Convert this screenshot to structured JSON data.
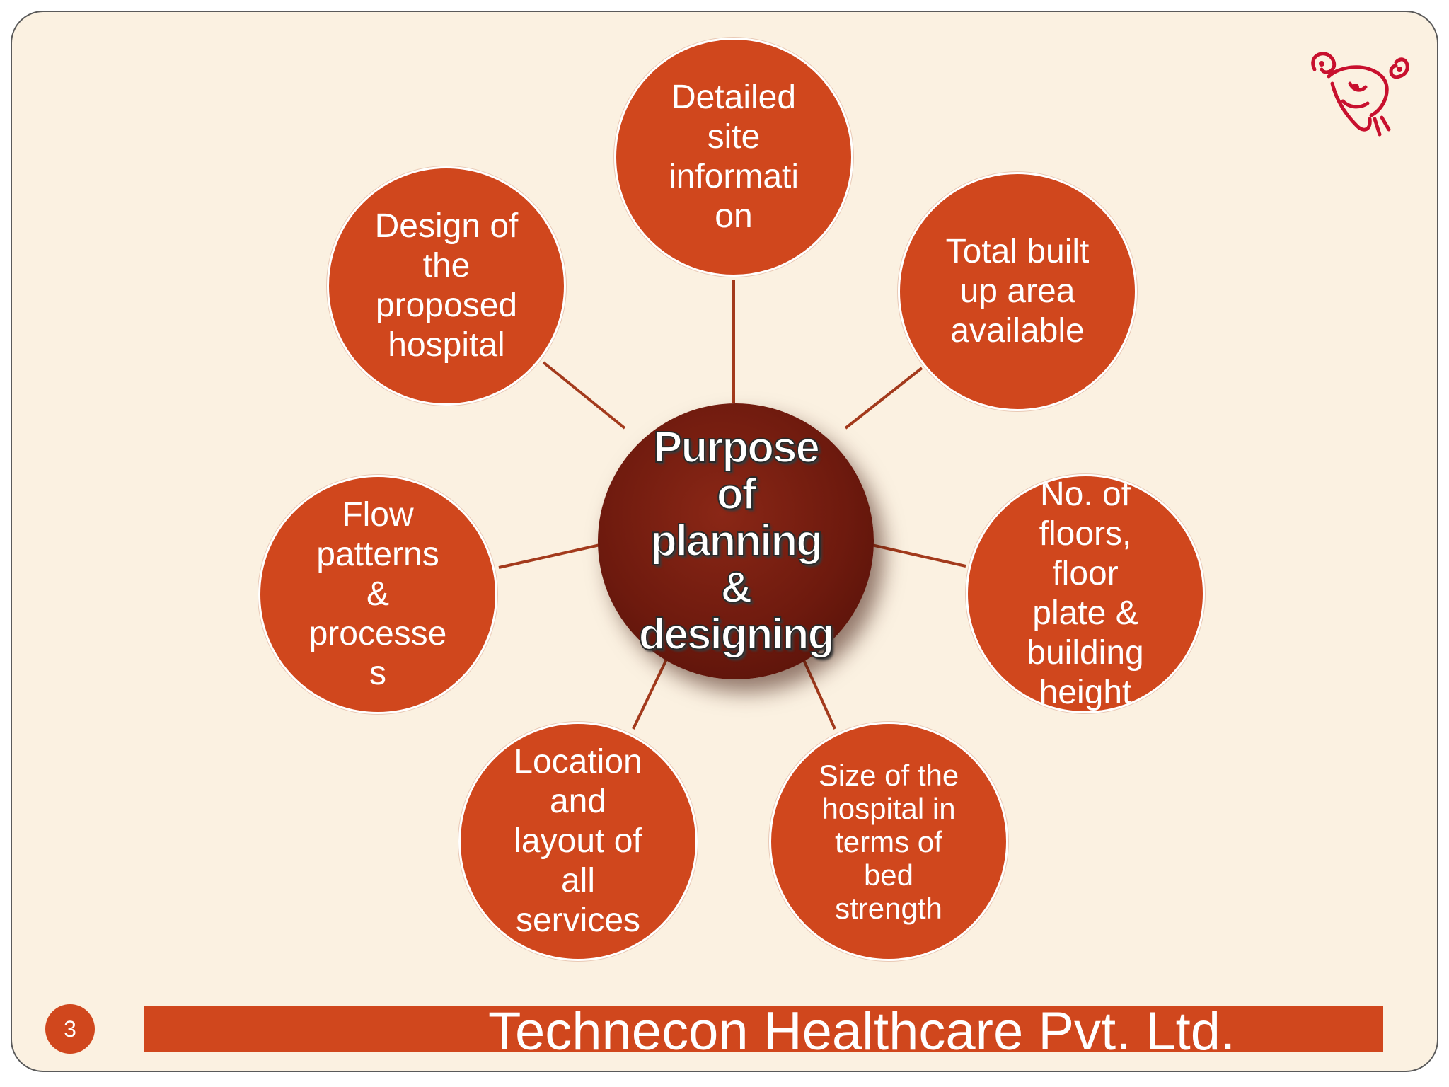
{
  "diagram": {
    "center": "Purpose\nof\nplanning\n&\ndesigning",
    "nodes": [
      {
        "id": "site-info",
        "label": "Detailed\nsite\ninformati\non"
      },
      {
        "id": "built-up-area",
        "label": "Total built\nup area\navailable"
      },
      {
        "id": "floors",
        "label": "No. of\nfloors,\nfloor\nplate &\nbuilding\nheight"
      },
      {
        "id": "size",
        "label": "Size of the\nhospital in\nterms of\nbed\nstrength"
      },
      {
        "id": "location",
        "label": "Location\nand\nlayout of\nall\nservices"
      },
      {
        "id": "flow",
        "label": "Flow\npatterns\n&\nprocesse\ns"
      },
      {
        "id": "design",
        "label": "Design of\nthe\nproposed\nhospital"
      }
    ]
  },
  "footer": {
    "page_number": "3",
    "company": "Technecon Healthcare Pvt. Ltd."
  },
  "colors": {
    "node": "#d0471d",
    "center": "#6e1a0e",
    "background": "#fbf1e1",
    "connector": "#a33a1c"
  },
  "logo": {
    "icon": "ram-head-logo-icon"
  }
}
